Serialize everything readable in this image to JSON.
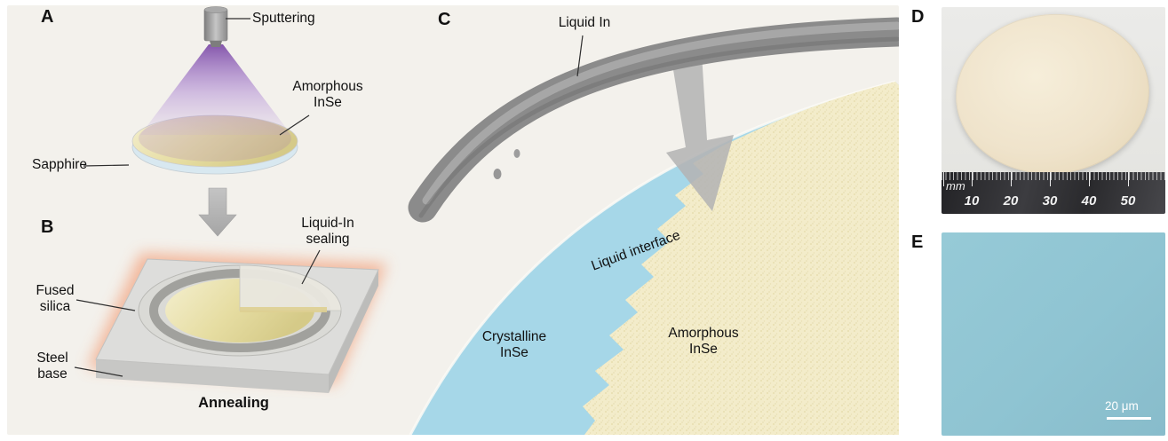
{
  "figure": {
    "panel_a": {
      "label": "A",
      "sputtering_label": "Sputtering",
      "amorphous_label": "Amorphous\nInSe",
      "sapphire_label": "Sapphire"
    },
    "panel_b": {
      "label": "B",
      "sealing_label": "Liquid-In\nsealing",
      "fused_silica_label": "Fused\nsilica",
      "steel_base_label": "Steel\nbase",
      "annealing_label": "Annealing"
    },
    "panel_c": {
      "label": "C",
      "liquid_in_label": "Liquid In",
      "interface_label": "Liquid interface",
      "crystalline_label": "Crystalline\nInSe",
      "amorphous_label": "Amorphous\nInSe"
    },
    "panel_d": {
      "label": "D",
      "ruler_unit": "mm",
      "ruler_ticks": [
        "10",
        "20",
        "30",
        "40",
        "50"
      ]
    },
    "panel_e": {
      "label": "E",
      "scale_bar_label": "20 μm"
    }
  },
  "colors": {
    "background": "#f3f1ec",
    "cone-purple": "#9a6cc4",
    "wafer-yellow": "#e7dfa5",
    "sapphire-rim": "#d8e8f0",
    "crystalline-blue": "#a6d7e8",
    "amorphous-tan": "#f3ecca",
    "anneal-glow": "#f3a987",
    "tube-gray": "#8b8b8b",
    "micrograph-blue": "#8fc4d2",
    "wafer-photo-cream": "#efe3cb"
  }
}
